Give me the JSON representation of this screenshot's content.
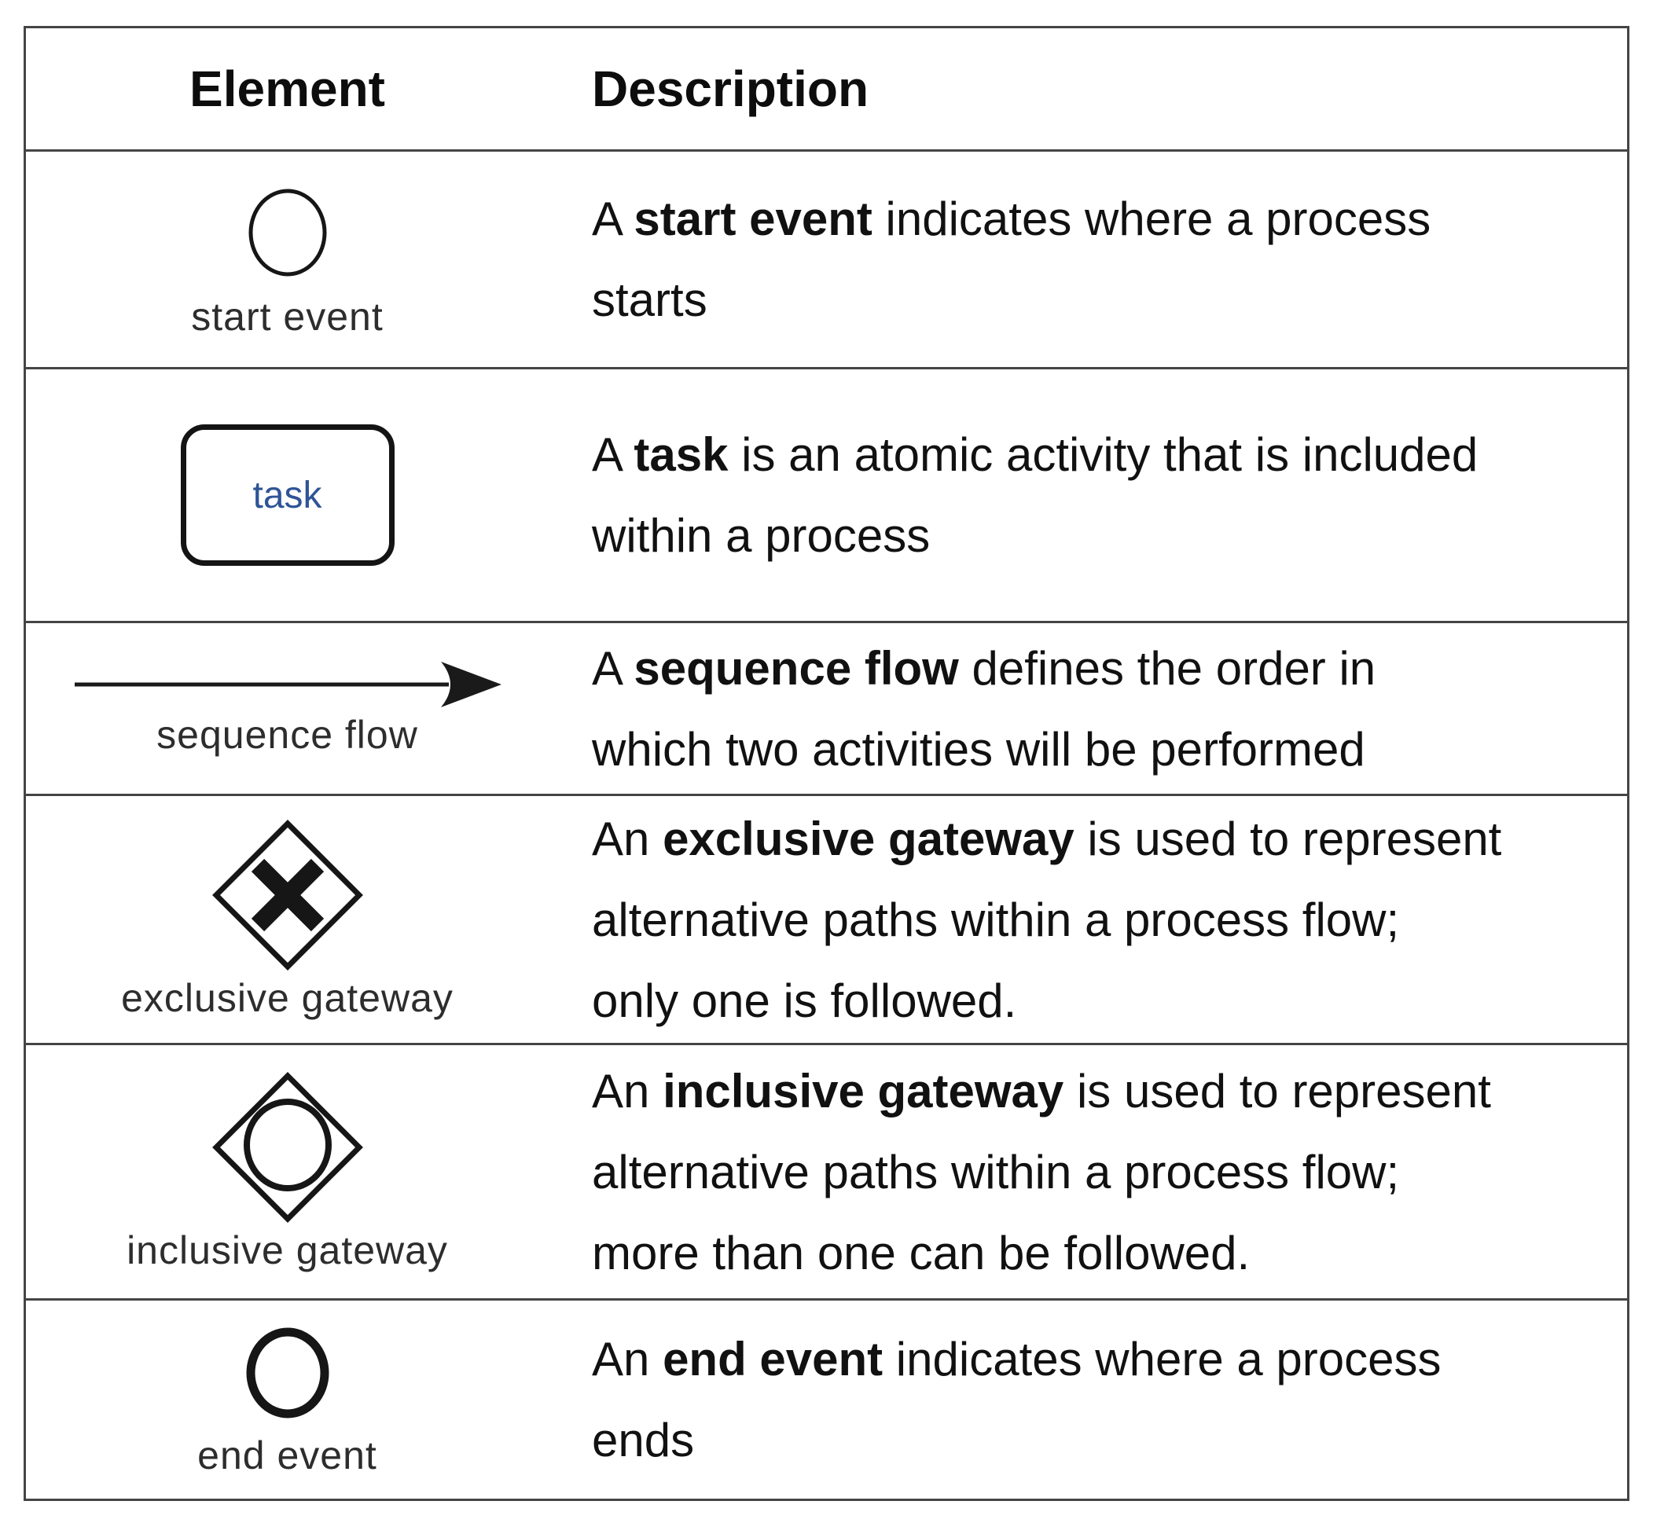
{
  "header": {
    "element": "Element",
    "description": "Description"
  },
  "rows": [
    {
      "element": {
        "icon": "start-event-circle-icon",
        "label": "start event"
      },
      "description": {
        "segments": [
          {
            "text": "A ",
            "bold": false
          },
          {
            "text": "start event",
            "bold": true
          },
          {
            "text": " indicates where a process\nstarts",
            "bold": false
          }
        ]
      }
    },
    {
      "element": {
        "icon": "task-rounded-rectangle-icon",
        "icon_text": "task",
        "label": ""
      },
      "description": {
        "segments": [
          {
            "text": "A ",
            "bold": false
          },
          {
            "text": "task",
            "bold": true
          },
          {
            "text": " is an atomic activity that is included\nwithin a process",
            "bold": false
          }
        ]
      }
    },
    {
      "element": {
        "icon": "sequence-flow-arrow-icon",
        "label": "sequence flow"
      },
      "description": {
        "segments": [
          {
            "text": "A ",
            "bold": false
          },
          {
            "text": "sequence flow",
            "bold": true
          },
          {
            "text": " defines the order in\nwhich two activities will be performed",
            "bold": false
          }
        ]
      }
    },
    {
      "element": {
        "icon": "exclusive-gateway-diamond-x-icon",
        "label": "exclusive gateway"
      },
      "description": {
        "segments": [
          {
            "text": "An ",
            "bold": false
          },
          {
            "text": "exclusive gateway",
            "bold": true
          },
          {
            "text": " is used to represent\nalternative paths within a process flow;\nonly one is followed.",
            "bold": false
          }
        ]
      }
    },
    {
      "element": {
        "icon": "inclusive-gateway-diamond-circle-icon",
        "label": "inclusive gateway"
      },
      "description": {
        "segments": [
          {
            "text": "An ",
            "bold": false
          },
          {
            "text": "inclusive gateway",
            "bold": true
          },
          {
            "text": " is used to represent\nalternative paths within a process flow;\nmore than one can be followed.",
            "bold": false
          }
        ]
      }
    },
    {
      "element": {
        "icon": "end-event-thick-circle-icon",
        "label": "end event"
      },
      "description": {
        "segments": [
          {
            "text": "An ",
            "bold": false
          },
          {
            "text": "end event",
            "bold": true
          },
          {
            "text": " indicates where a process\nends",
            "bold": false
          }
        ]
      }
    }
  ],
  "colors": {
    "task_label_text": "#2f5496",
    "border": "#454545",
    "body_text": "#111111",
    "icon_stroke": "#161616",
    "element_label_text": "#2d2d2d",
    "background": "#ffffff"
  }
}
